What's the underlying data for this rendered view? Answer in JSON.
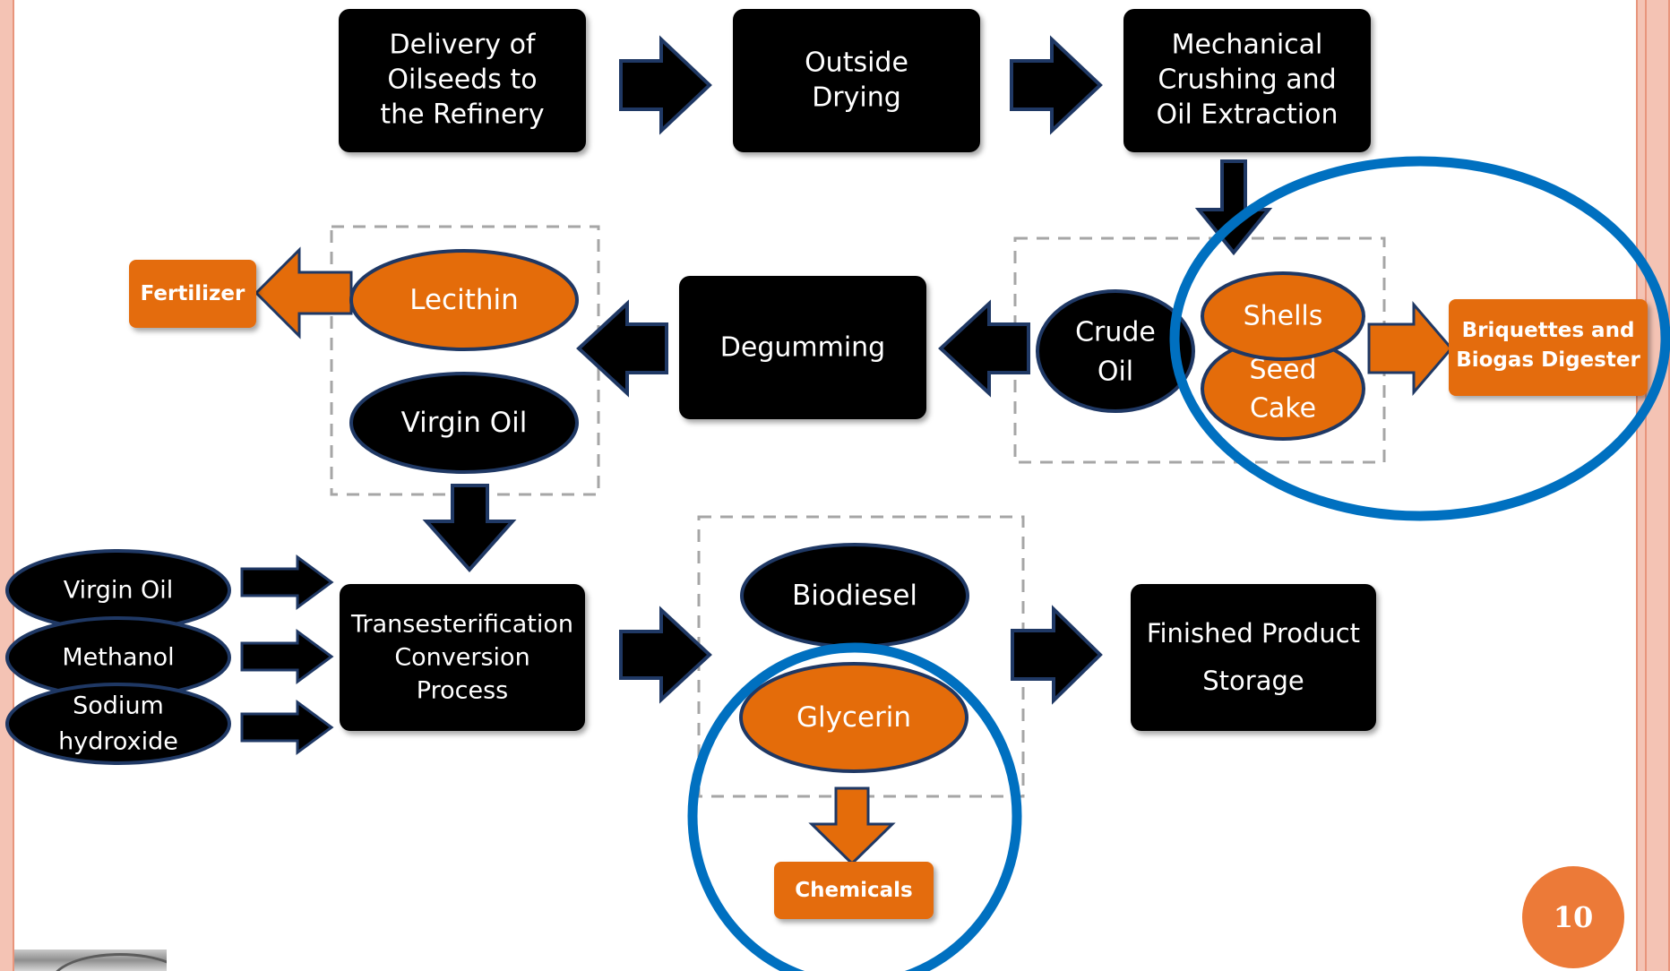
{
  "steps": {
    "delivery": [
      "Delivery of",
      "Oilseeds to",
      "the Refinery"
    ],
    "outside_drying": [
      "Outside",
      "Drying"
    ],
    "mechanical_crushing": [
      "Mechanical",
      "Crushing and",
      "Oil Extraction"
    ],
    "crude_oil": [
      "Crude",
      "Oil"
    ],
    "shells": "Shells",
    "seed_cake": [
      "Seed",
      "Cake"
    ],
    "briquettes": [
      "Briquettes and",
      "Biogas Digester"
    ],
    "degumming": "Degumming",
    "lecithin": "Lecithin",
    "virgin_oil": "Virgin Oil",
    "fertilizer": "Fertilizer",
    "transesterification": [
      "Transesterification",
      "Conversion",
      "Process"
    ],
    "inputs": {
      "virgin_oil": "Virgin Oil",
      "methanol": "Methanol",
      "sodium_hydroxide": [
        "Sodium",
        "hydroxide"
      ]
    },
    "biodiesel": "Biodiesel",
    "glycerin": "Glycerin",
    "chemicals": "Chemicals",
    "finished_storage": [
      "Finished Product",
      "Storage"
    ]
  },
  "page_number": "10",
  "colors": {
    "box_black": "#000000",
    "process_orange": "#e46c0a",
    "highlight_blue": "#0070c0",
    "frame_pink": "#f4c3b4",
    "dashed_gray": "#a6a6a6",
    "arrow_outline": "#1f3864",
    "page_badge": "#ec7a38"
  }
}
